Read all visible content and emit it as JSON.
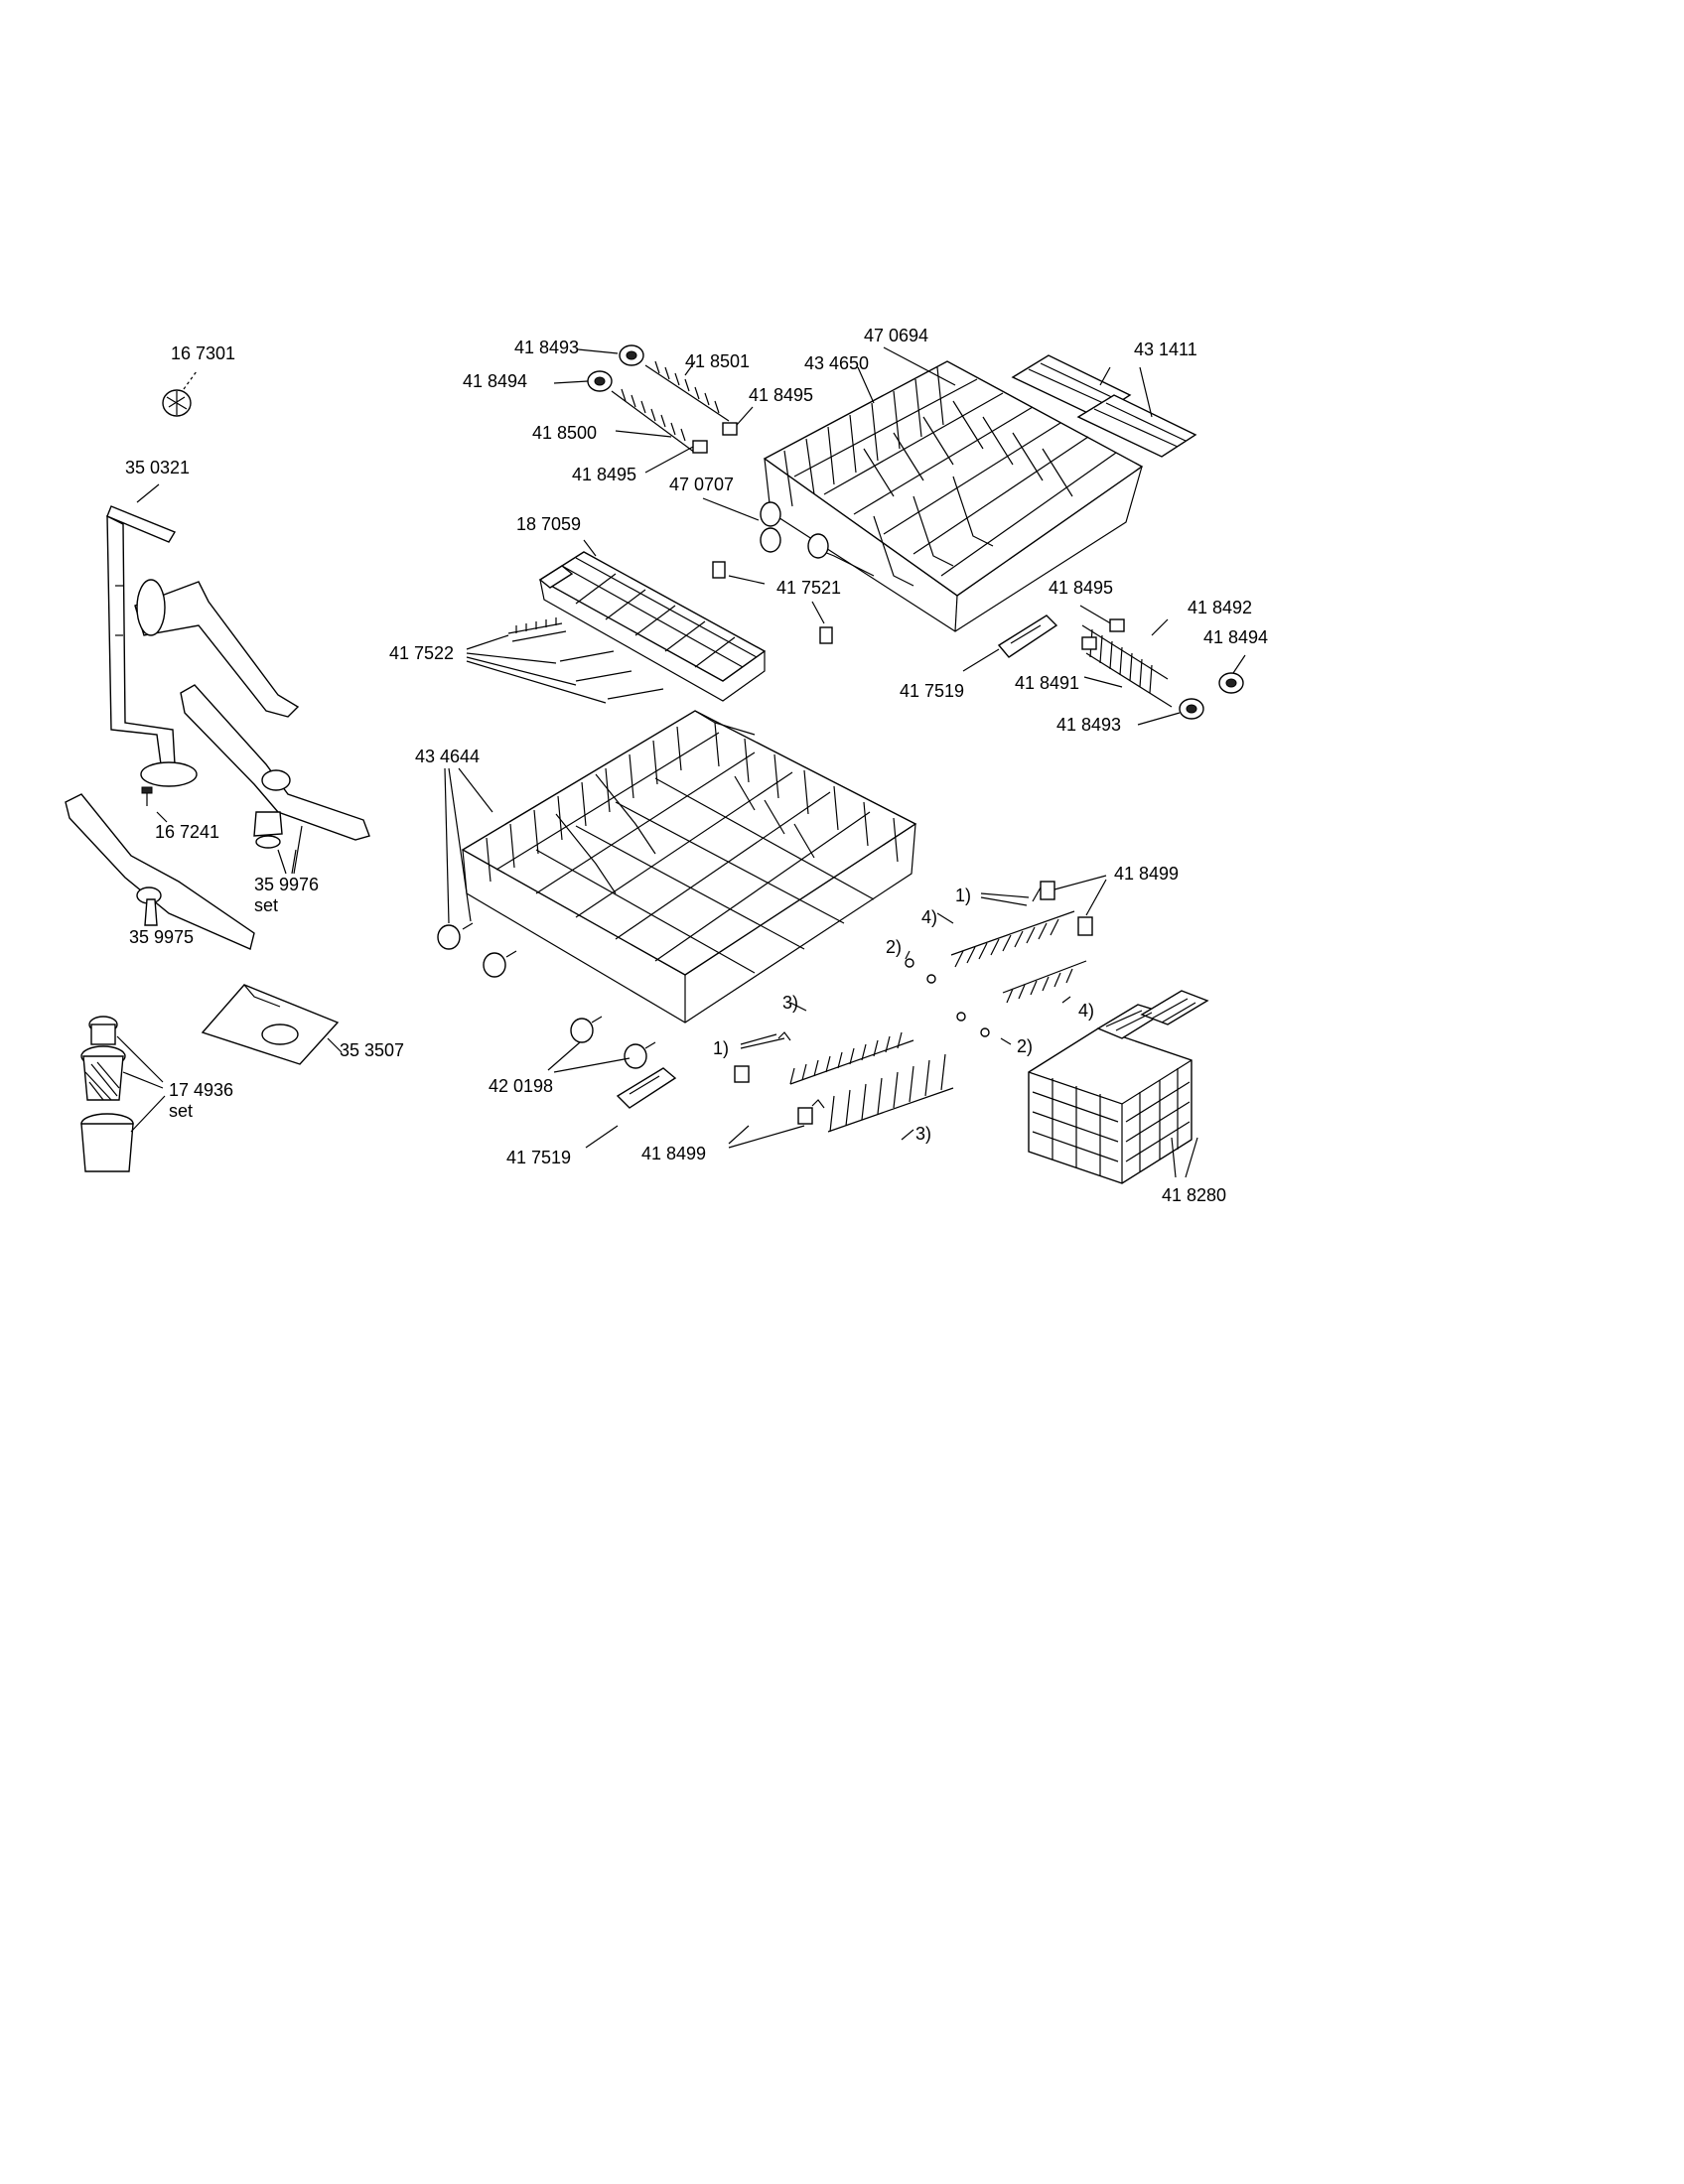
{
  "diagram": {
    "labels": [
      {
        "id": "p167301",
        "text": "16 7301"
      },
      {
        "id": "p350321",
        "text": "35 0321"
      },
      {
        "id": "p167241",
        "text": "16 7241"
      },
      {
        "id": "p359976",
        "text": "35 9976"
      },
      {
        "id": "p359976set",
        "text": "set"
      },
      {
        "id": "p359975",
        "text": "35 9975"
      },
      {
        "id": "p174936",
        "text": "17 4936"
      },
      {
        "id": "p174936set",
        "text": "set"
      },
      {
        "id": "p353507",
        "text": "35 3507"
      },
      {
        "id": "p418493a",
        "text": "41 8493"
      },
      {
        "id": "p418494a",
        "text": "41 8494"
      },
      {
        "id": "p418501",
        "text": "41 8501"
      },
      {
        "id": "p418495a",
        "text": "41 8495"
      },
      {
        "id": "p418500",
        "text": "41 8500"
      },
      {
        "id": "p418495b",
        "text": "41 8495"
      },
      {
        "id": "p470694",
        "text": "47 0694"
      },
      {
        "id": "p434650",
        "text": "43 4650"
      },
      {
        "id": "p470707",
        "text": "47 0707"
      },
      {
        "id": "p431411",
        "text": "43 1411"
      },
      {
        "id": "p187059",
        "text": "18 7059"
      },
      {
        "id": "p417522",
        "text": "41 7522"
      },
      {
        "id": "p417521",
        "text": "41 7521"
      },
      {
        "id": "p418495c",
        "text": "41 8495"
      },
      {
        "id": "p418492",
        "text": "41 8492"
      },
      {
        "id": "p418494b",
        "text": "41 8494"
      },
      {
        "id": "p417519a",
        "text": "41 7519"
      },
      {
        "id": "p418491",
        "text": "41 8491"
      },
      {
        "id": "p418493b",
        "text": "41 8493"
      },
      {
        "id": "p434644",
        "text": "43 4644"
      },
      {
        "id": "p418499a",
        "text": "41 8499"
      },
      {
        "id": "n1a",
        "text": "1)"
      },
      {
        "id": "n4a",
        "text": "4)"
      },
      {
        "id": "n2a",
        "text": "2)"
      },
      {
        "id": "n3a",
        "text": "3)"
      },
      {
        "id": "n1b",
        "text": "1)"
      },
      {
        "id": "n3b",
        "text": "3)"
      },
      {
        "id": "n4b",
        "text": "4)"
      },
      {
        "id": "n2b",
        "text": "2)"
      },
      {
        "id": "p420198",
        "text": "42 0198"
      },
      {
        "id": "p417519b",
        "text": "41 7519"
      },
      {
        "id": "p418499b",
        "text": "41 8499"
      },
      {
        "id": "p418280",
        "text": "41 8280"
      }
    ]
  }
}
